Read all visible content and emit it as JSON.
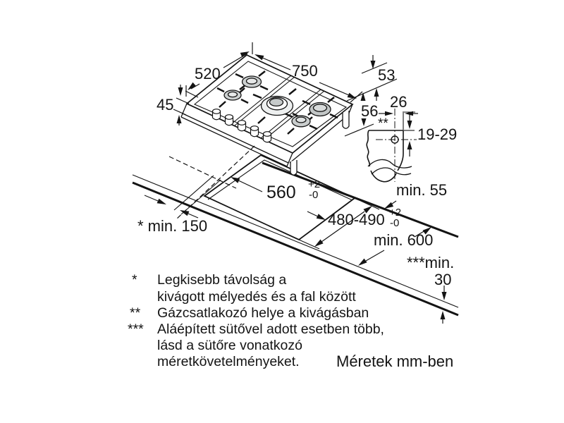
{
  "page": {
    "background": "#ffffff",
    "ink": "#141414"
  },
  "diagram": {
    "kind": "gas-hob-installation-dimension-drawing",
    "dims": {
      "top_width": "750",
      "top_depth": "520",
      "height_above_counter": "45",
      "height_53": "53",
      "height_56": "56",
      "gas_connector_offset": "26",
      "gas_connector_depth_range": "19-29",
      "gas_marker": "**",
      "min_back_clearance": "min. 55",
      "cutout_width": "560",
      "cutout_width_tol_plus": "+2",
      "cutout_width_tol_minus": "-0",
      "cutout_depth": "480-490",
      "cutout_depth_tol_plus": "+2",
      "cutout_depth_tol_minus": "-0",
      "min_side_clearance": "* min. 150",
      "min_worktop_depth": "min. 600",
      "min_front_label": "***min.",
      "min_front_value": "30"
    },
    "footnotes": [
      {
        "marker": "*",
        "lines": [
          "Legkisebb távolság a",
          "kivágott mélyedés és a fal között"
        ]
      },
      {
        "marker": "**",
        "lines": [
          "Gázcsatlakozó helye a kivágásban"
        ]
      },
      {
        "marker": "***",
        "lines": [
          "Aláépített sütővel adott esetben több,",
          "lásd a sütőre vonatkozó",
          "méretkövetelményeket."
        ]
      }
    ],
    "units_note": "Méretek mm-ben"
  }
}
